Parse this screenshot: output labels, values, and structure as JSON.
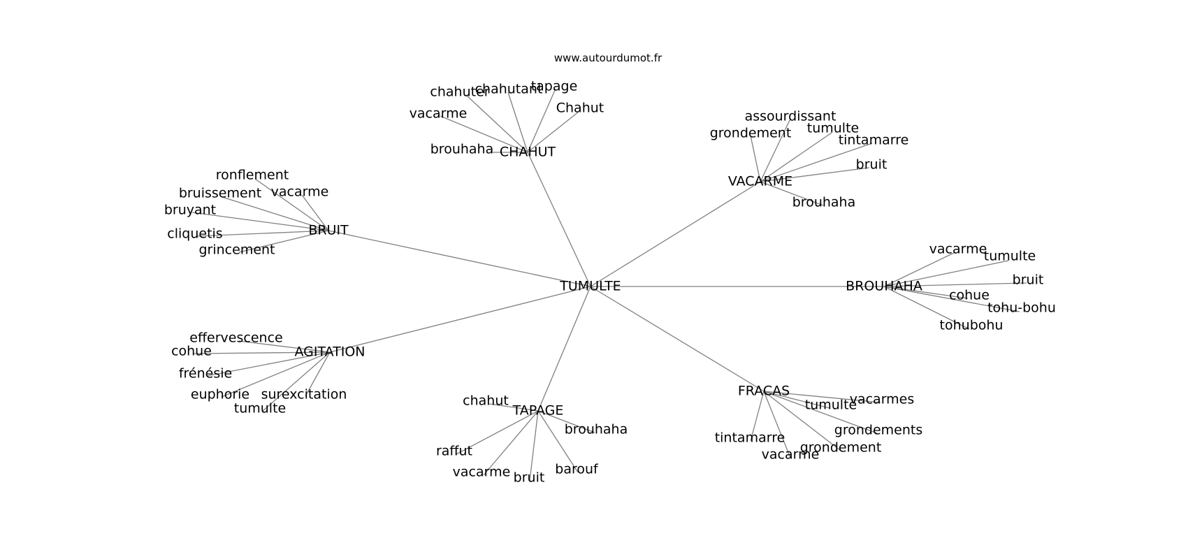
{
  "source": "www.autourdumot.fr",
  "graph": {
    "center": "TUMULTE",
    "hubs": [
      {
        "label": "CHAHUT",
        "leaves": [
          "chahuter",
          "chahutant",
          "tapage",
          "Chahut",
          "vacarme",
          "brouhaha"
        ]
      },
      {
        "label": "VACARME",
        "leaves": [
          "assourdissant",
          "grondement",
          "tumulte",
          "tintamarre",
          "bruit",
          "brouhaha"
        ]
      },
      {
        "label": "BRUIT",
        "leaves": [
          "ronflement",
          "vacarme",
          "bruissement",
          "bruyant",
          "cliquetis",
          "grincement"
        ]
      },
      {
        "label": "BROUHAHA",
        "leaves": [
          "vacarme",
          "tumulte",
          "bruit",
          "cohue",
          "tohu-bohu",
          "tohubohu"
        ]
      },
      {
        "label": "AGITATION",
        "leaves": [
          "effervescence",
          "cohue",
          "frénésie",
          "euphorie",
          "surexcitation",
          "tumulte"
        ]
      },
      {
        "label": "TAPAGE",
        "leaves": [
          "chahut",
          "brouhaha",
          "raffut",
          "vacarme",
          "bruit",
          "barouf"
        ]
      },
      {
        "label": "FRACAS",
        "leaves": [
          "vacarmes",
          "tumulte",
          "grondements",
          "grondement",
          "tintamarre",
          "vacarme"
        ]
      }
    ]
  }
}
